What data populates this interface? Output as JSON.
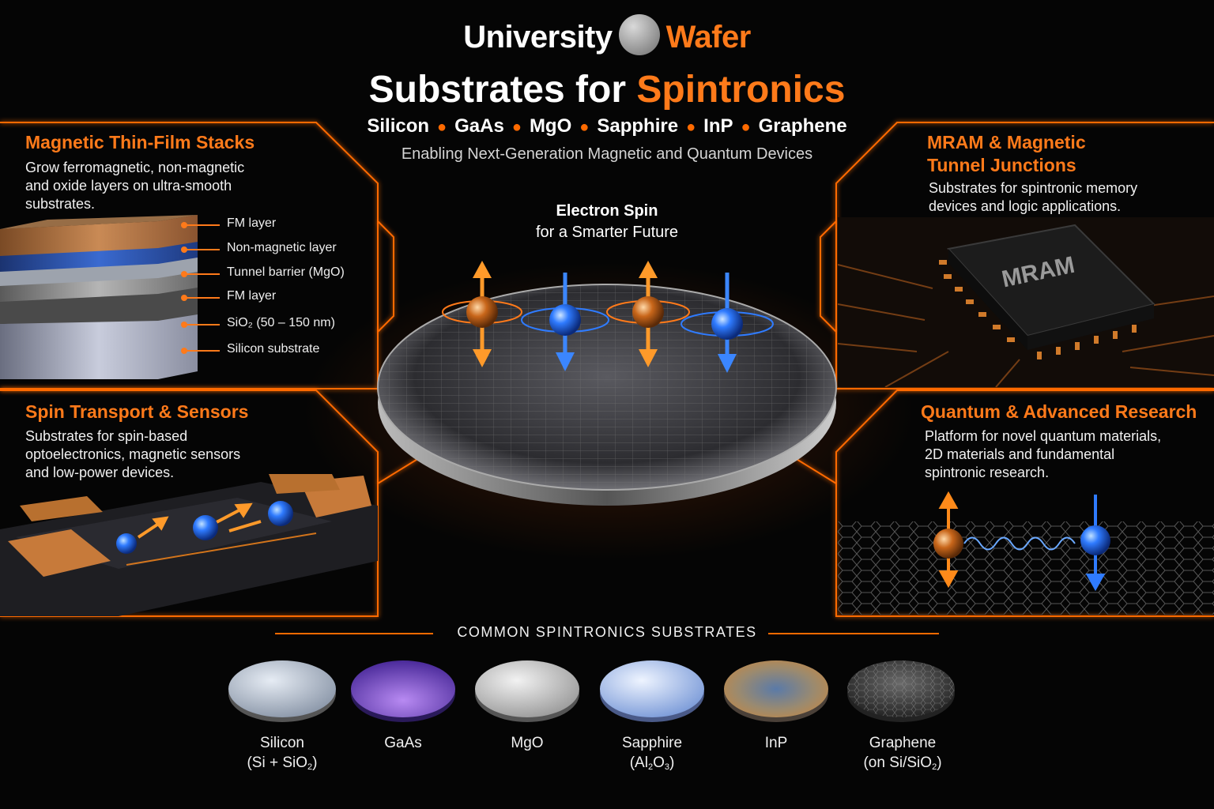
{
  "brand": {
    "word1": "University",
    "word2": "Wafer"
  },
  "title": {
    "part1": "Substrates for",
    "part2": "Spintronics"
  },
  "materials": [
    "Silicon",
    "GaAs",
    "MgO",
    "Sapphire",
    "InP",
    "Graphene"
  ],
  "tagline": "Enabling Next-Generation Magnetic and Quantum Devices",
  "center_caption": {
    "line1": "Electron Spin",
    "line2": "for a Smarter Future"
  },
  "panels": {
    "thin_film": {
      "title": "Magnetic Thin-Film Stacks",
      "text": [
        "Grow ferromagnetic, non-magnetic",
        "and oxide layers on ultra-smooth",
        "substrates."
      ],
      "layers": [
        "FM layer",
        "Non-magnetic layer",
        "Tunnel barrier (MgO)",
        "FM layer",
        "SiO₂ (50 – 150 nm)",
        "Silicon substrate"
      ]
    },
    "mram": {
      "title": [
        "MRAM & Magnetic",
        "Tunnel Junctions"
      ],
      "text": [
        "Substrates for spintronic memory",
        "devices and logic applications."
      ],
      "chip_label": "MRAM"
    },
    "spin_transport": {
      "title": "Spin Transport & Sensors",
      "text": [
        "Substrates for spin-based",
        "optoelectronics, magnetic sensors",
        "and low-power devices."
      ]
    },
    "quantum": {
      "title": "Quantum & Advanced Research",
      "text": [
        "Platform for novel quantum materials,",
        "2D materials and fundamental",
        "spintronic research."
      ]
    }
  },
  "substrates_heading": "COMMON SPINTRONICS SUBSTRATES",
  "substrates": [
    {
      "name": "Silicon",
      "detail": "(Si + SiO₂)",
      "color": "#b8c4d2"
    },
    {
      "name": "GaAs",
      "detail": "",
      "color": "#7a4fd0"
    },
    {
      "name": "MgO",
      "detail": "",
      "color": "#c9c9c9"
    },
    {
      "name": "Sapphire",
      "detail": "(Al₂O₃)",
      "color": "#b9d0f2"
    },
    {
      "name": "InP",
      "detail": "",
      "color": "#8c7a6a"
    },
    {
      "name": "Graphene",
      "detail": "(on Si/SiO₂)",
      "color": "#3c3c3c"
    }
  ],
  "colors": {
    "accent": "#ff7a1a",
    "spin_orange": "#ff8a1a",
    "spin_blue": "#2f7bff",
    "background": "#050505"
  }
}
